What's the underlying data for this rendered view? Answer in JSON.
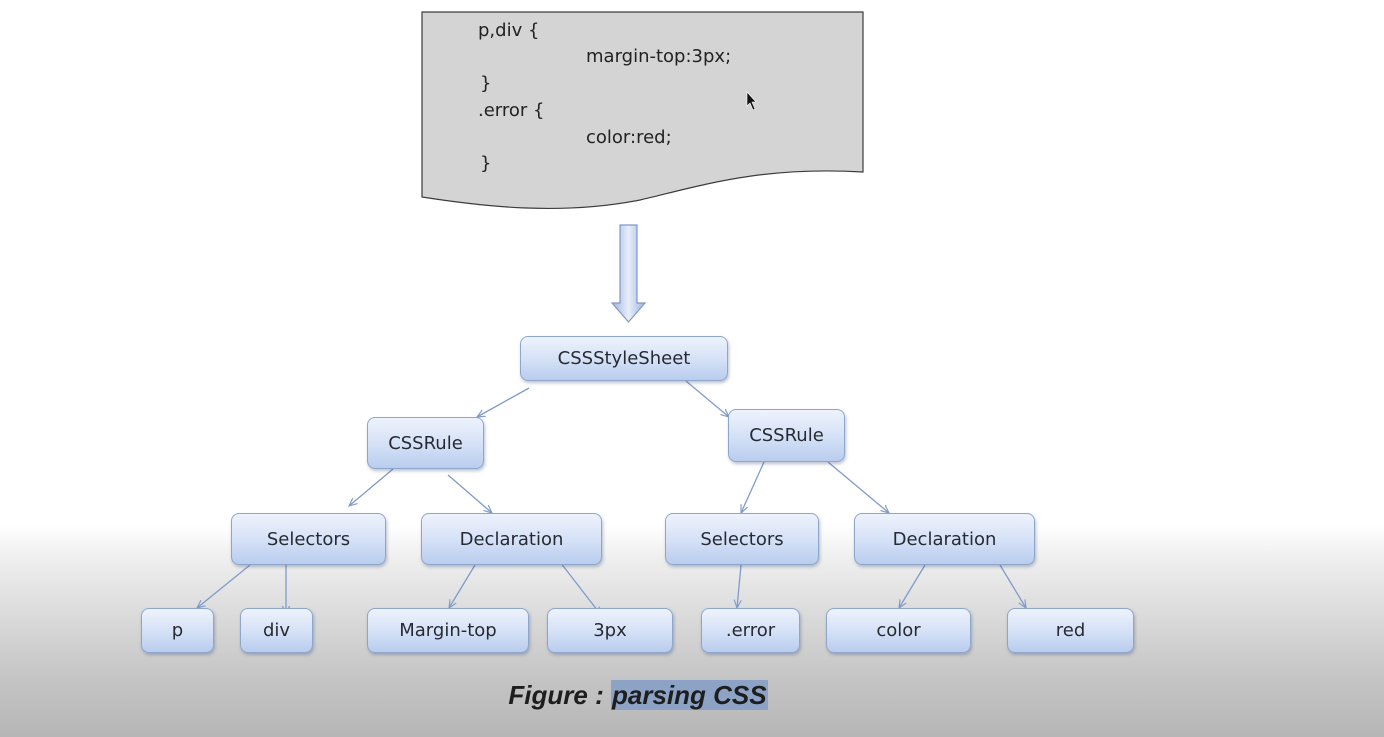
{
  "code_document": {
    "lines": [
      "p,div {",
      "margin-top:3px;",
      "}",
      ".error {",
      "color:red;",
      "}"
    ]
  },
  "tree": {
    "root": "CSSStyleSheet",
    "rules": [
      {
        "label": "CSSRule",
        "selectors": {
          "label": "Selectors",
          "items": [
            "p",
            "div"
          ]
        },
        "declaration": {
          "label": "Declaration",
          "items": [
            "Margin-top",
            "3px"
          ]
        }
      },
      {
        "label": "CSSRule",
        "selectors": {
          "label": "Selectors",
          "items": [
            ".error"
          ]
        },
        "declaration": {
          "label": "Declaration",
          "items": [
            "color",
            "red"
          ]
        }
      }
    ]
  },
  "caption": {
    "prefix": "Figure : ",
    "highlighted": "parsing CSS"
  },
  "colors": {
    "node_fill_top": "#eef3fc",
    "node_fill_bottom": "#b9cdee",
    "node_border": "#8ea6cc",
    "edge": "#7f9bcc",
    "document_fill": "#d4d4d4",
    "caption_highlight": "#8da3c6"
  },
  "icons": {
    "cursor": "mouse-pointer-icon",
    "arrow": "down-arrow-icon"
  }
}
